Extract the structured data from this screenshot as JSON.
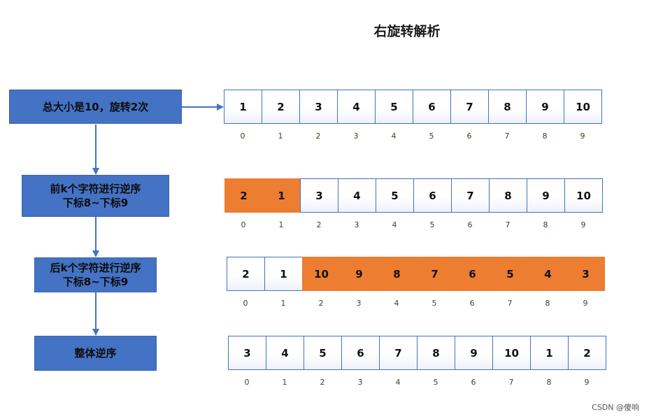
{
  "title": "右旋转解析",
  "colors": {
    "step_box": "#4472c4",
    "highlight": "#ed7d31",
    "cell_border": "#4472c4",
    "arrow": "#4472c4"
  },
  "steps": [
    {
      "label": "总大小是10，旋转2次"
    },
    {
      "label": "前k个字符进行逆序\n下标8~下标9"
    },
    {
      "label": "后k个字符进行逆序\n下标8~下标9"
    },
    {
      "label": "整体逆序"
    }
  ],
  "arrays": [
    {
      "values": [
        "1",
        "2",
        "3",
        "4",
        "5",
        "6",
        "7",
        "8",
        "9",
        "10"
      ],
      "highlighted": []
    },
    {
      "values": [
        "2",
        "1",
        "3",
        "4",
        "5",
        "6",
        "7",
        "8",
        "9",
        "10"
      ],
      "highlighted": [
        0,
        1
      ]
    },
    {
      "values": [
        "2",
        "1",
        "10",
        "9",
        "8",
        "7",
        "6",
        "5",
        "4",
        "3"
      ],
      "highlighted": [
        2,
        3,
        4,
        5,
        6,
        7,
        8,
        9
      ]
    },
    {
      "values": [
        "3",
        "4",
        "5",
        "6",
        "7",
        "8",
        "9",
        "10",
        "1",
        "2"
      ],
      "highlighted": []
    }
  ],
  "indices": [
    "0",
    "1",
    "2",
    "3",
    "4",
    "5",
    "6",
    "7",
    "8",
    "9"
  ],
  "watermark": "CSDN @傻响"
}
